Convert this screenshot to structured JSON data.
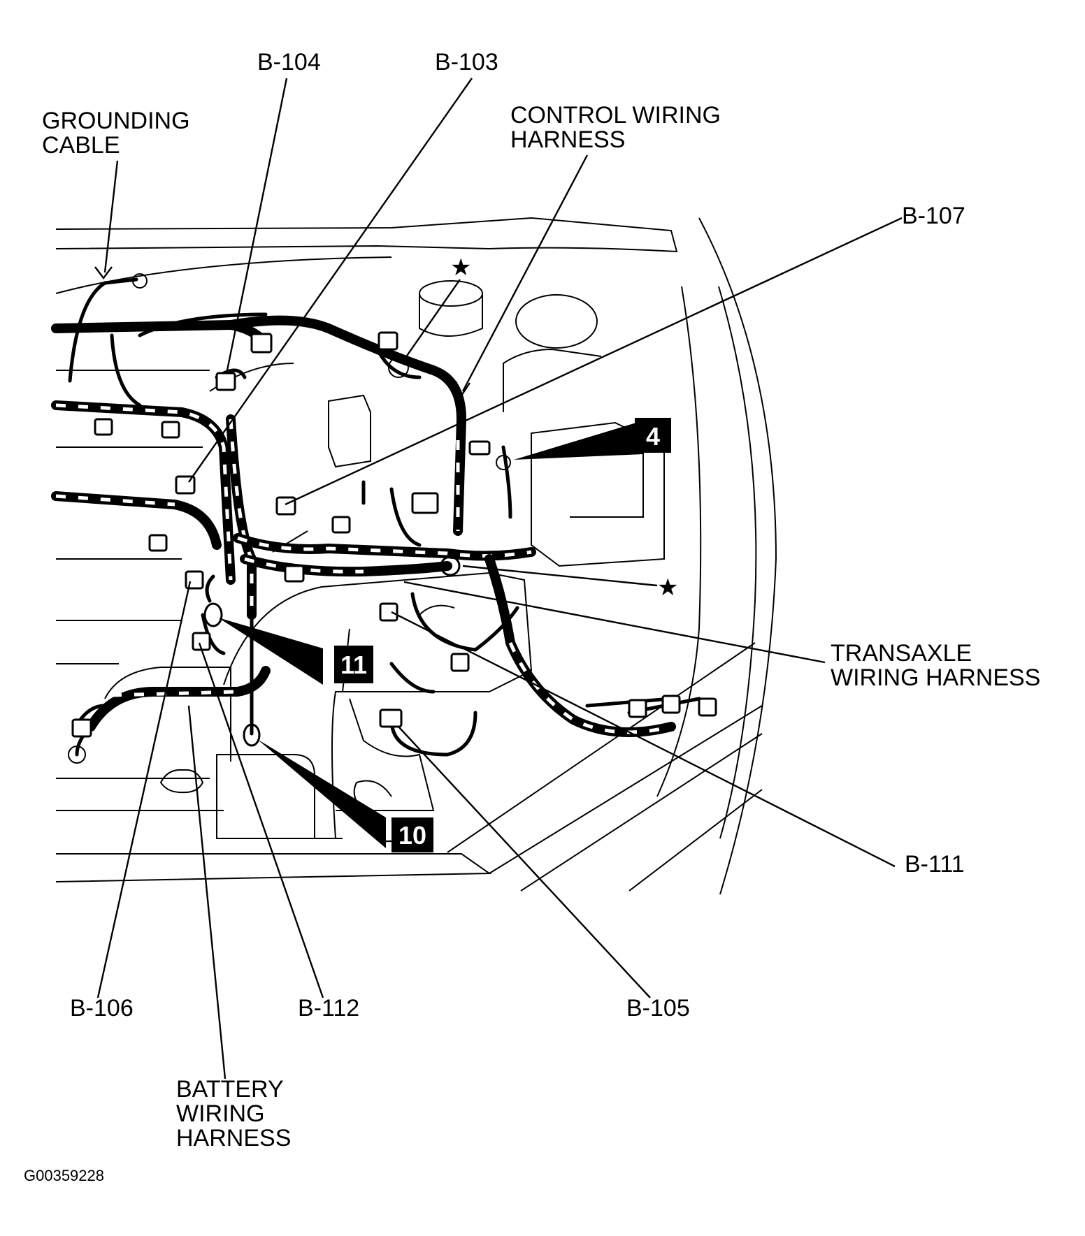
{
  "labels": {
    "b104": "B-104",
    "b103": "B-103",
    "grounding_cable": [
      "GROUNDING",
      "CABLE"
    ],
    "control_wiring_harness": [
      "CONTROL WIRING",
      "HARNESS"
    ],
    "b107": "B-107",
    "transaxle_wiring_harness": [
      "TRANSAXLE",
      "WIRING HARNESS"
    ],
    "b111": "B-111",
    "b106": "B-106",
    "b112": "B-112",
    "b105": "B-105",
    "battery_wiring_harness": [
      "BATTERY",
      "WIRING",
      "HARNESS"
    ]
  },
  "callout_boxes": {
    "box4": "4",
    "box11": "11",
    "box10": "10"
  },
  "star_symbol": "★",
  "figure_id": "G00359228"
}
